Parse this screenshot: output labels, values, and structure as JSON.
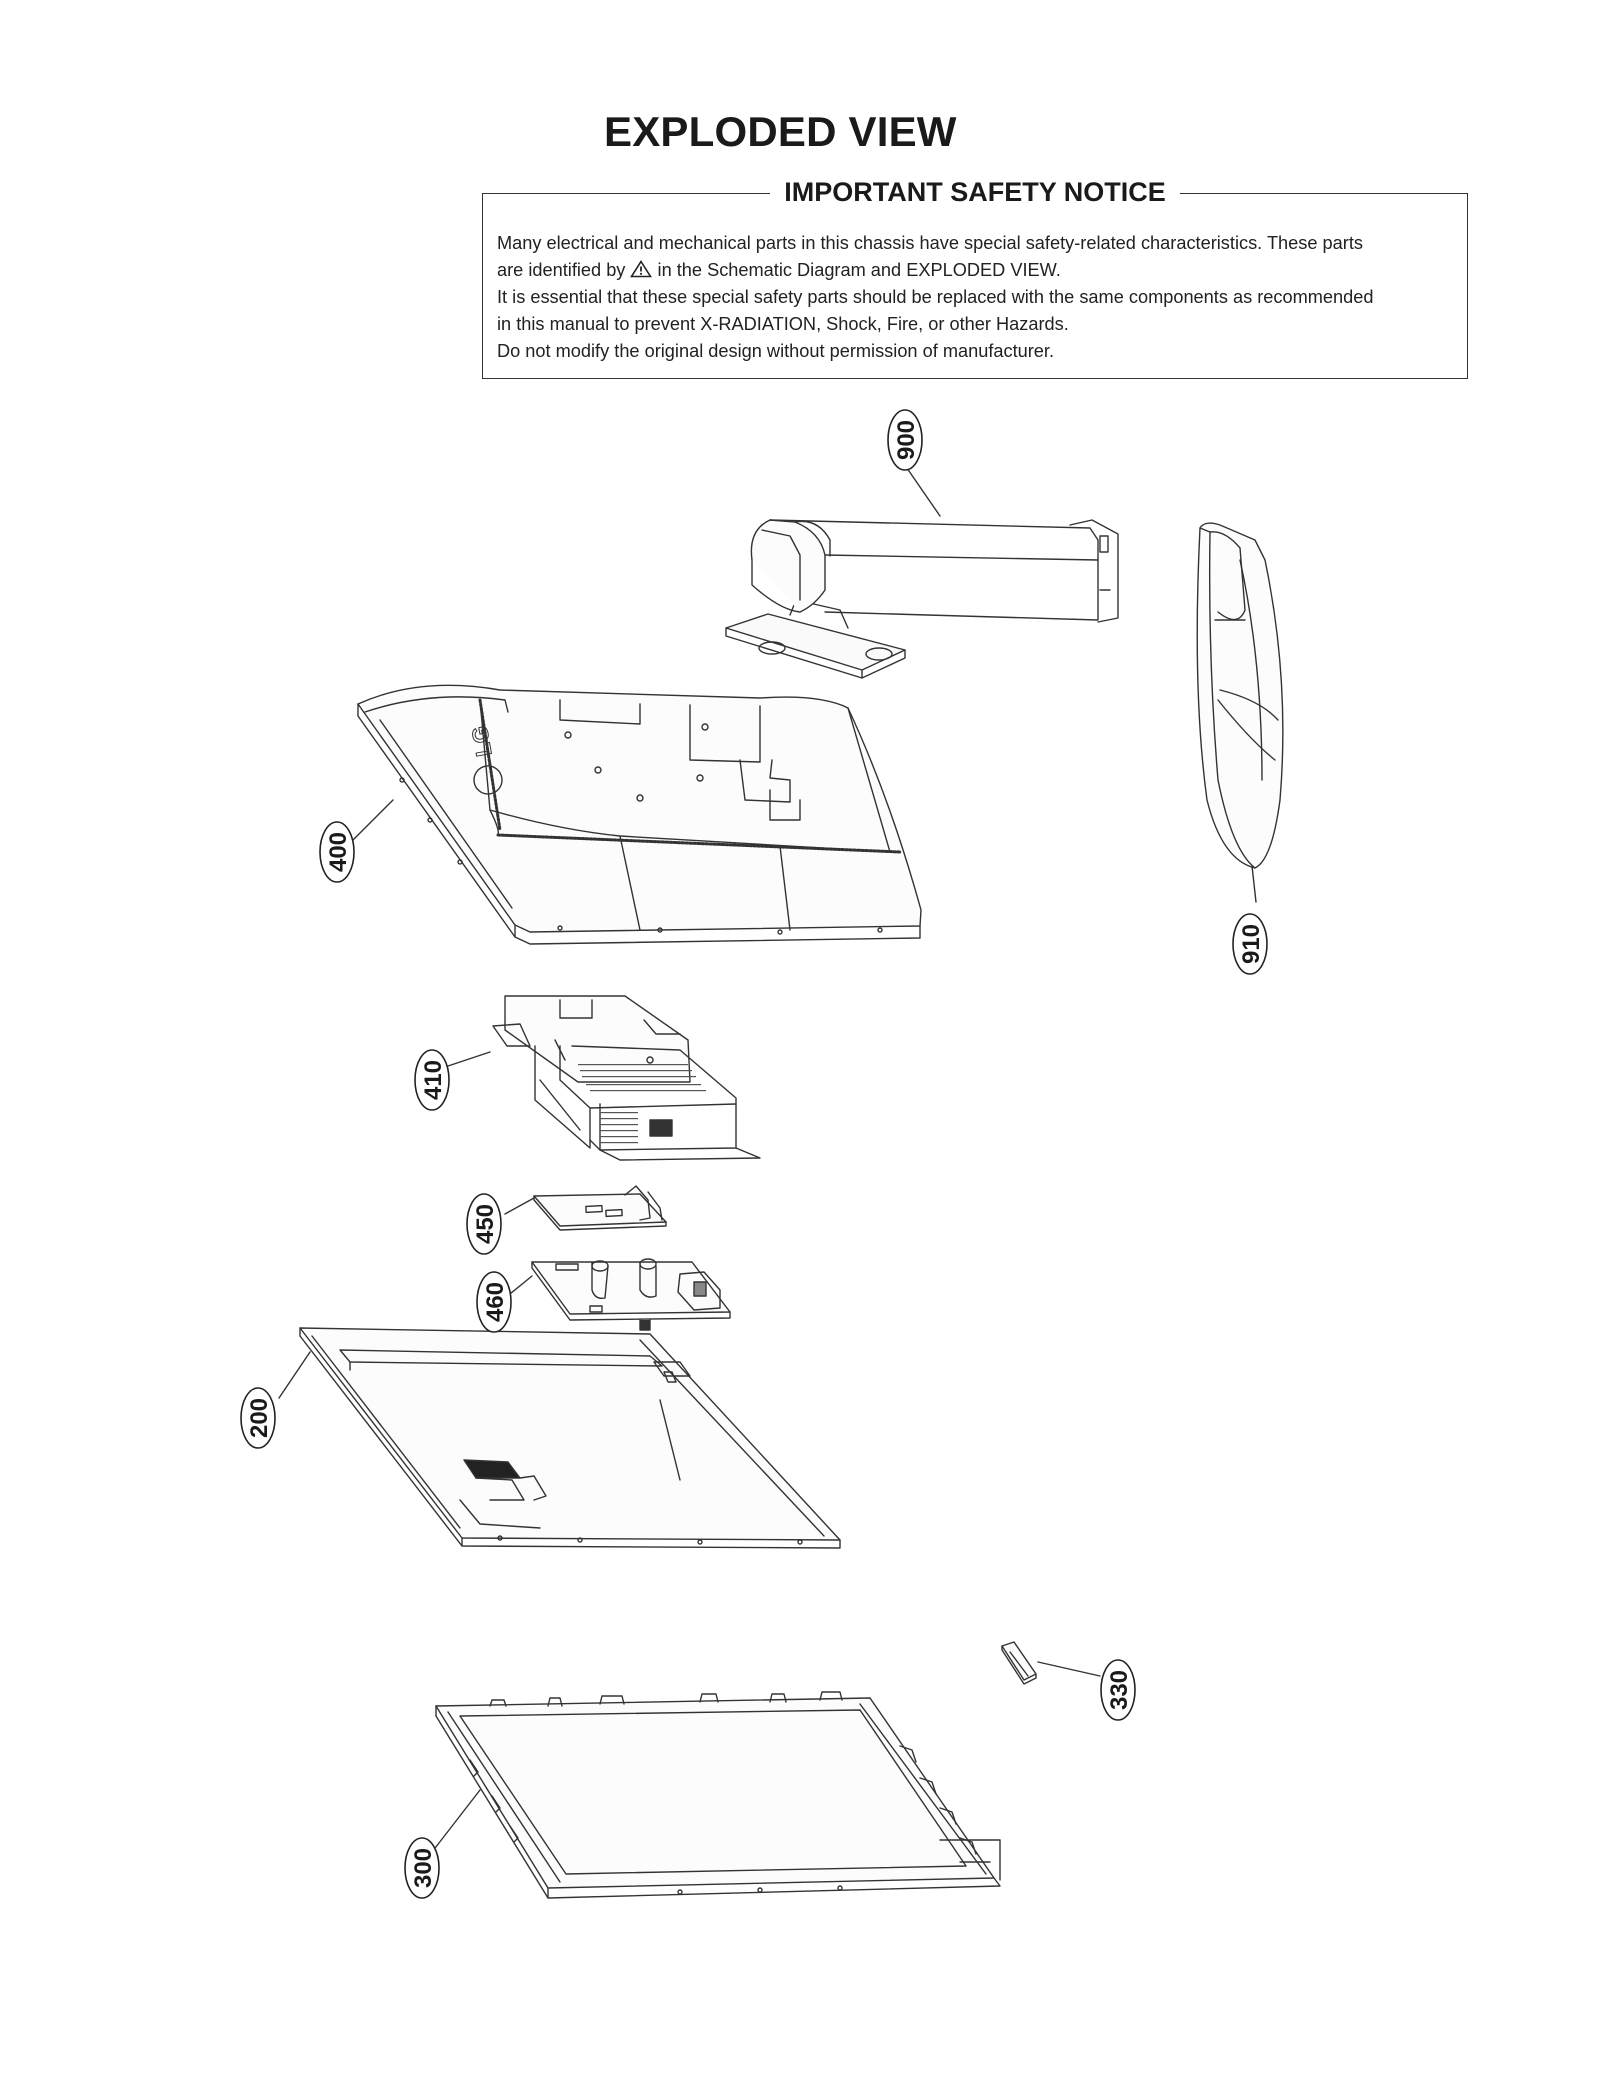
{
  "page": {
    "title": "EXPLODED VIEW"
  },
  "notice": {
    "heading": "IMPORTANT SAFETY NOTICE",
    "line1": "Many electrical and mechanical parts in this chassis have special safety-related characteristics. These parts",
    "line2_before_icon": "are identified by",
    "warning_icon": "warning-triangle-icon",
    "line2_after_icon": " in the Schematic Diagram and EXPLODED VIEW.",
    "line3": "It is essential that these special safety parts should be replaced with the same components as recommended",
    "line4": "in this manual to prevent X-RADIATION, Shock, Fire, or other Hazards.",
    "line5": "Do not modify the original design without permission of manufacturer."
  },
  "parts": {
    "p900": "900",
    "p910": "910",
    "p400": "400",
    "p410": "410",
    "p450": "450",
    "p460": "460",
    "p200": "200",
    "p330": "330",
    "p300": "300"
  },
  "logo_text": "LG"
}
